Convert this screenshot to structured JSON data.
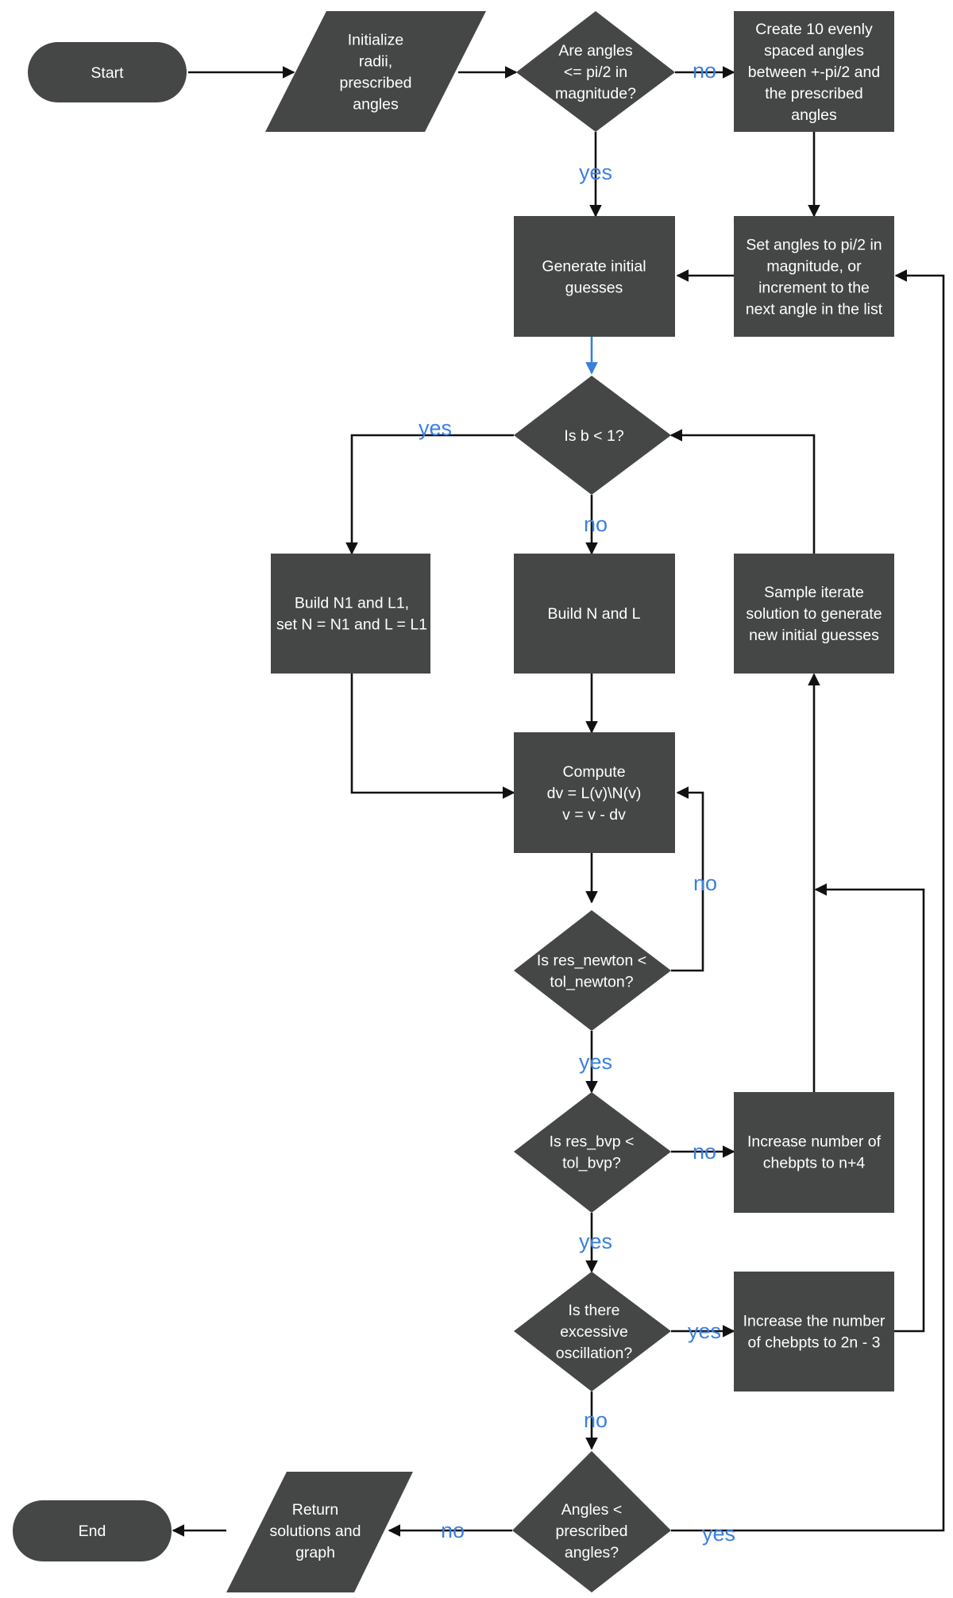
{
  "nodes": [
    {
      "id": "start",
      "lines": [
        "Start"
      ]
    },
    {
      "id": "init",
      "lines": [
        "Initialize",
        "radii,",
        "prescribed",
        "angles"
      ]
    },
    {
      "id": "d_angles",
      "lines": [
        "Are angles",
        "<= pi/2 in",
        "magnitude?"
      ]
    },
    {
      "id": "create10",
      "lines": [
        "Create 10 evenly",
        "spaced angles",
        "between +-pi/2 and",
        "the prescribed",
        "angles"
      ]
    },
    {
      "id": "gen_guess",
      "lines": [
        "Generate initial",
        "guesses"
      ]
    },
    {
      "id": "set_angles",
      "lines": [
        "Set angles to pi/2 in",
        "magnitude, or",
        "increment to the",
        "next angle in the list"
      ]
    },
    {
      "id": "d_b",
      "lines": [
        "Is b < 1?"
      ]
    },
    {
      "id": "build_n1",
      "lines": [
        "Build N1 and L1,",
        "set N = N1 and L = L1"
      ]
    },
    {
      "id": "build_n",
      "lines": [
        "Build N and L"
      ]
    },
    {
      "id": "sample",
      "lines": [
        "Sample iterate",
        "solution to generate",
        "new initial guesses"
      ]
    },
    {
      "id": "compute",
      "lines": [
        "Compute",
        "dv = L(v)\\N(v)",
        "v = v - dv"
      ]
    },
    {
      "id": "d_newton",
      "lines": [
        "Is res_newton <",
        "tol_newton?"
      ]
    },
    {
      "id": "d_bvp",
      "lines": [
        "Is res_bvp <",
        "tol_bvp?"
      ]
    },
    {
      "id": "inc_n4",
      "lines": [
        "Increase number of",
        "chebpts to n+4"
      ]
    },
    {
      "id": "d_osc",
      "lines": [
        "Is there",
        "excessive",
        "oscillation?"
      ]
    },
    {
      "id": "inc_2n",
      "lines": [
        "Increase the number",
        "of chebpts to 2n - 3"
      ]
    },
    {
      "id": "d_final",
      "lines": [
        "Angles <",
        "prescribed",
        "angles?"
      ]
    },
    {
      "id": "ret",
      "lines": [
        "Return",
        "solutions and",
        "graph"
      ]
    },
    {
      "id": "end",
      "lines": [
        "End"
      ]
    }
  ],
  "edge_labels": [
    {
      "id": "lbl_angles_no",
      "text": "no"
    },
    {
      "id": "lbl_angles_yes",
      "text": "yes"
    },
    {
      "id": "lbl_b_yes",
      "text": "yes"
    },
    {
      "id": "lbl_b_no",
      "text": "no"
    },
    {
      "id": "lbl_newton_no",
      "text": "no"
    },
    {
      "id": "lbl_newton_yes",
      "text": "yes"
    },
    {
      "id": "lbl_bvp_no",
      "text": "no"
    },
    {
      "id": "lbl_bvp_yes",
      "text": "yes"
    },
    {
      "id": "lbl_osc_yes",
      "text": "yes"
    },
    {
      "id": "lbl_osc_no",
      "text": "no"
    },
    {
      "id": "lbl_final_no",
      "text": "no"
    },
    {
      "id": "lbl_final_yes",
      "text": "yes"
    }
  ]
}
